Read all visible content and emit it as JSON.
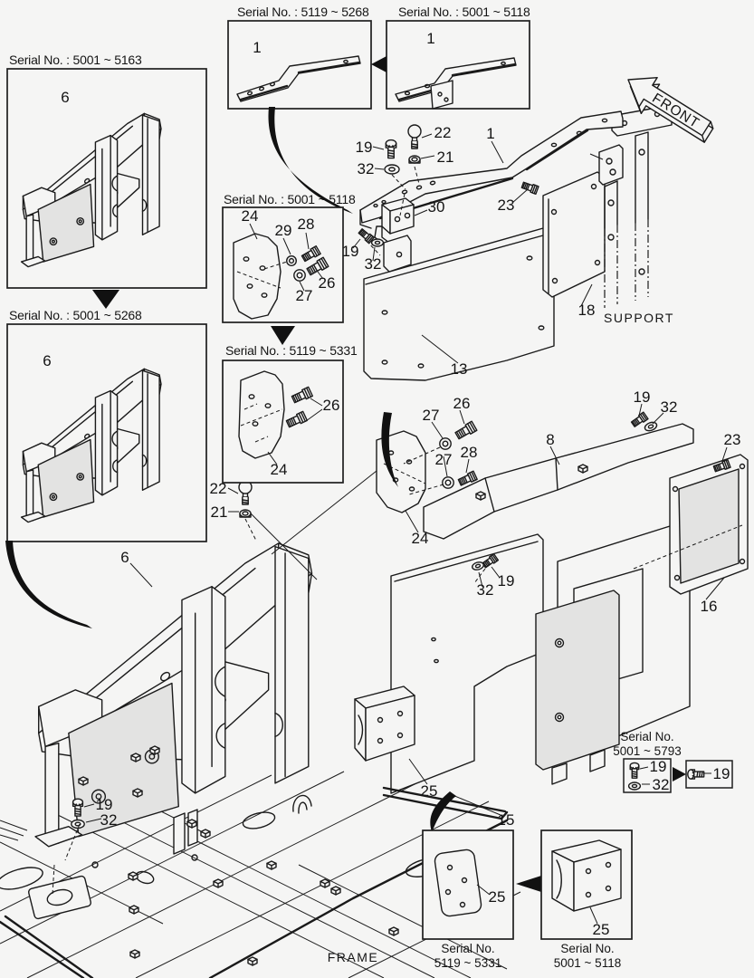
{
  "diagram": {
    "front_label": "FRONT",
    "frame_label": "FRAME",
    "support_label": "SUPPORT"
  },
  "serials": {
    "s5001_5163": "Serial No. : 5001 ~ 5163",
    "s5001_5268": "Serial No. : 5001 ~ 5268",
    "s5119_5268": "Serial No. : 5119 ~ 5268",
    "s5001_5118": "Serial No. : 5001 ~ 5118",
    "s5119_5331": "Serial No. : 5119 ~ 5331",
    "serial_no": "Serial No.",
    "r5001_5793": "5001 ~ 5793",
    "r5119_5331": "5119 ~ 5331",
    "r5001_5118": "5001 ~ 5118"
  },
  "parts": {
    "p1": "1",
    "p6": "6",
    "p8": "8",
    "p13": "13",
    "p15": "15",
    "p16": "16",
    "p18": "18",
    "p19": "19",
    "p21": "21",
    "p22": "22",
    "p23": "23",
    "p24": "24",
    "p25": "25",
    "p26": "26",
    "p27": "27",
    "p28": "28",
    "p29": "29",
    "p30": "30",
    "p32": "32"
  },
  "colors": {
    "line": "#1a1a1a",
    "background": "#f5f5f4",
    "shade": "#e3e3e2"
  }
}
